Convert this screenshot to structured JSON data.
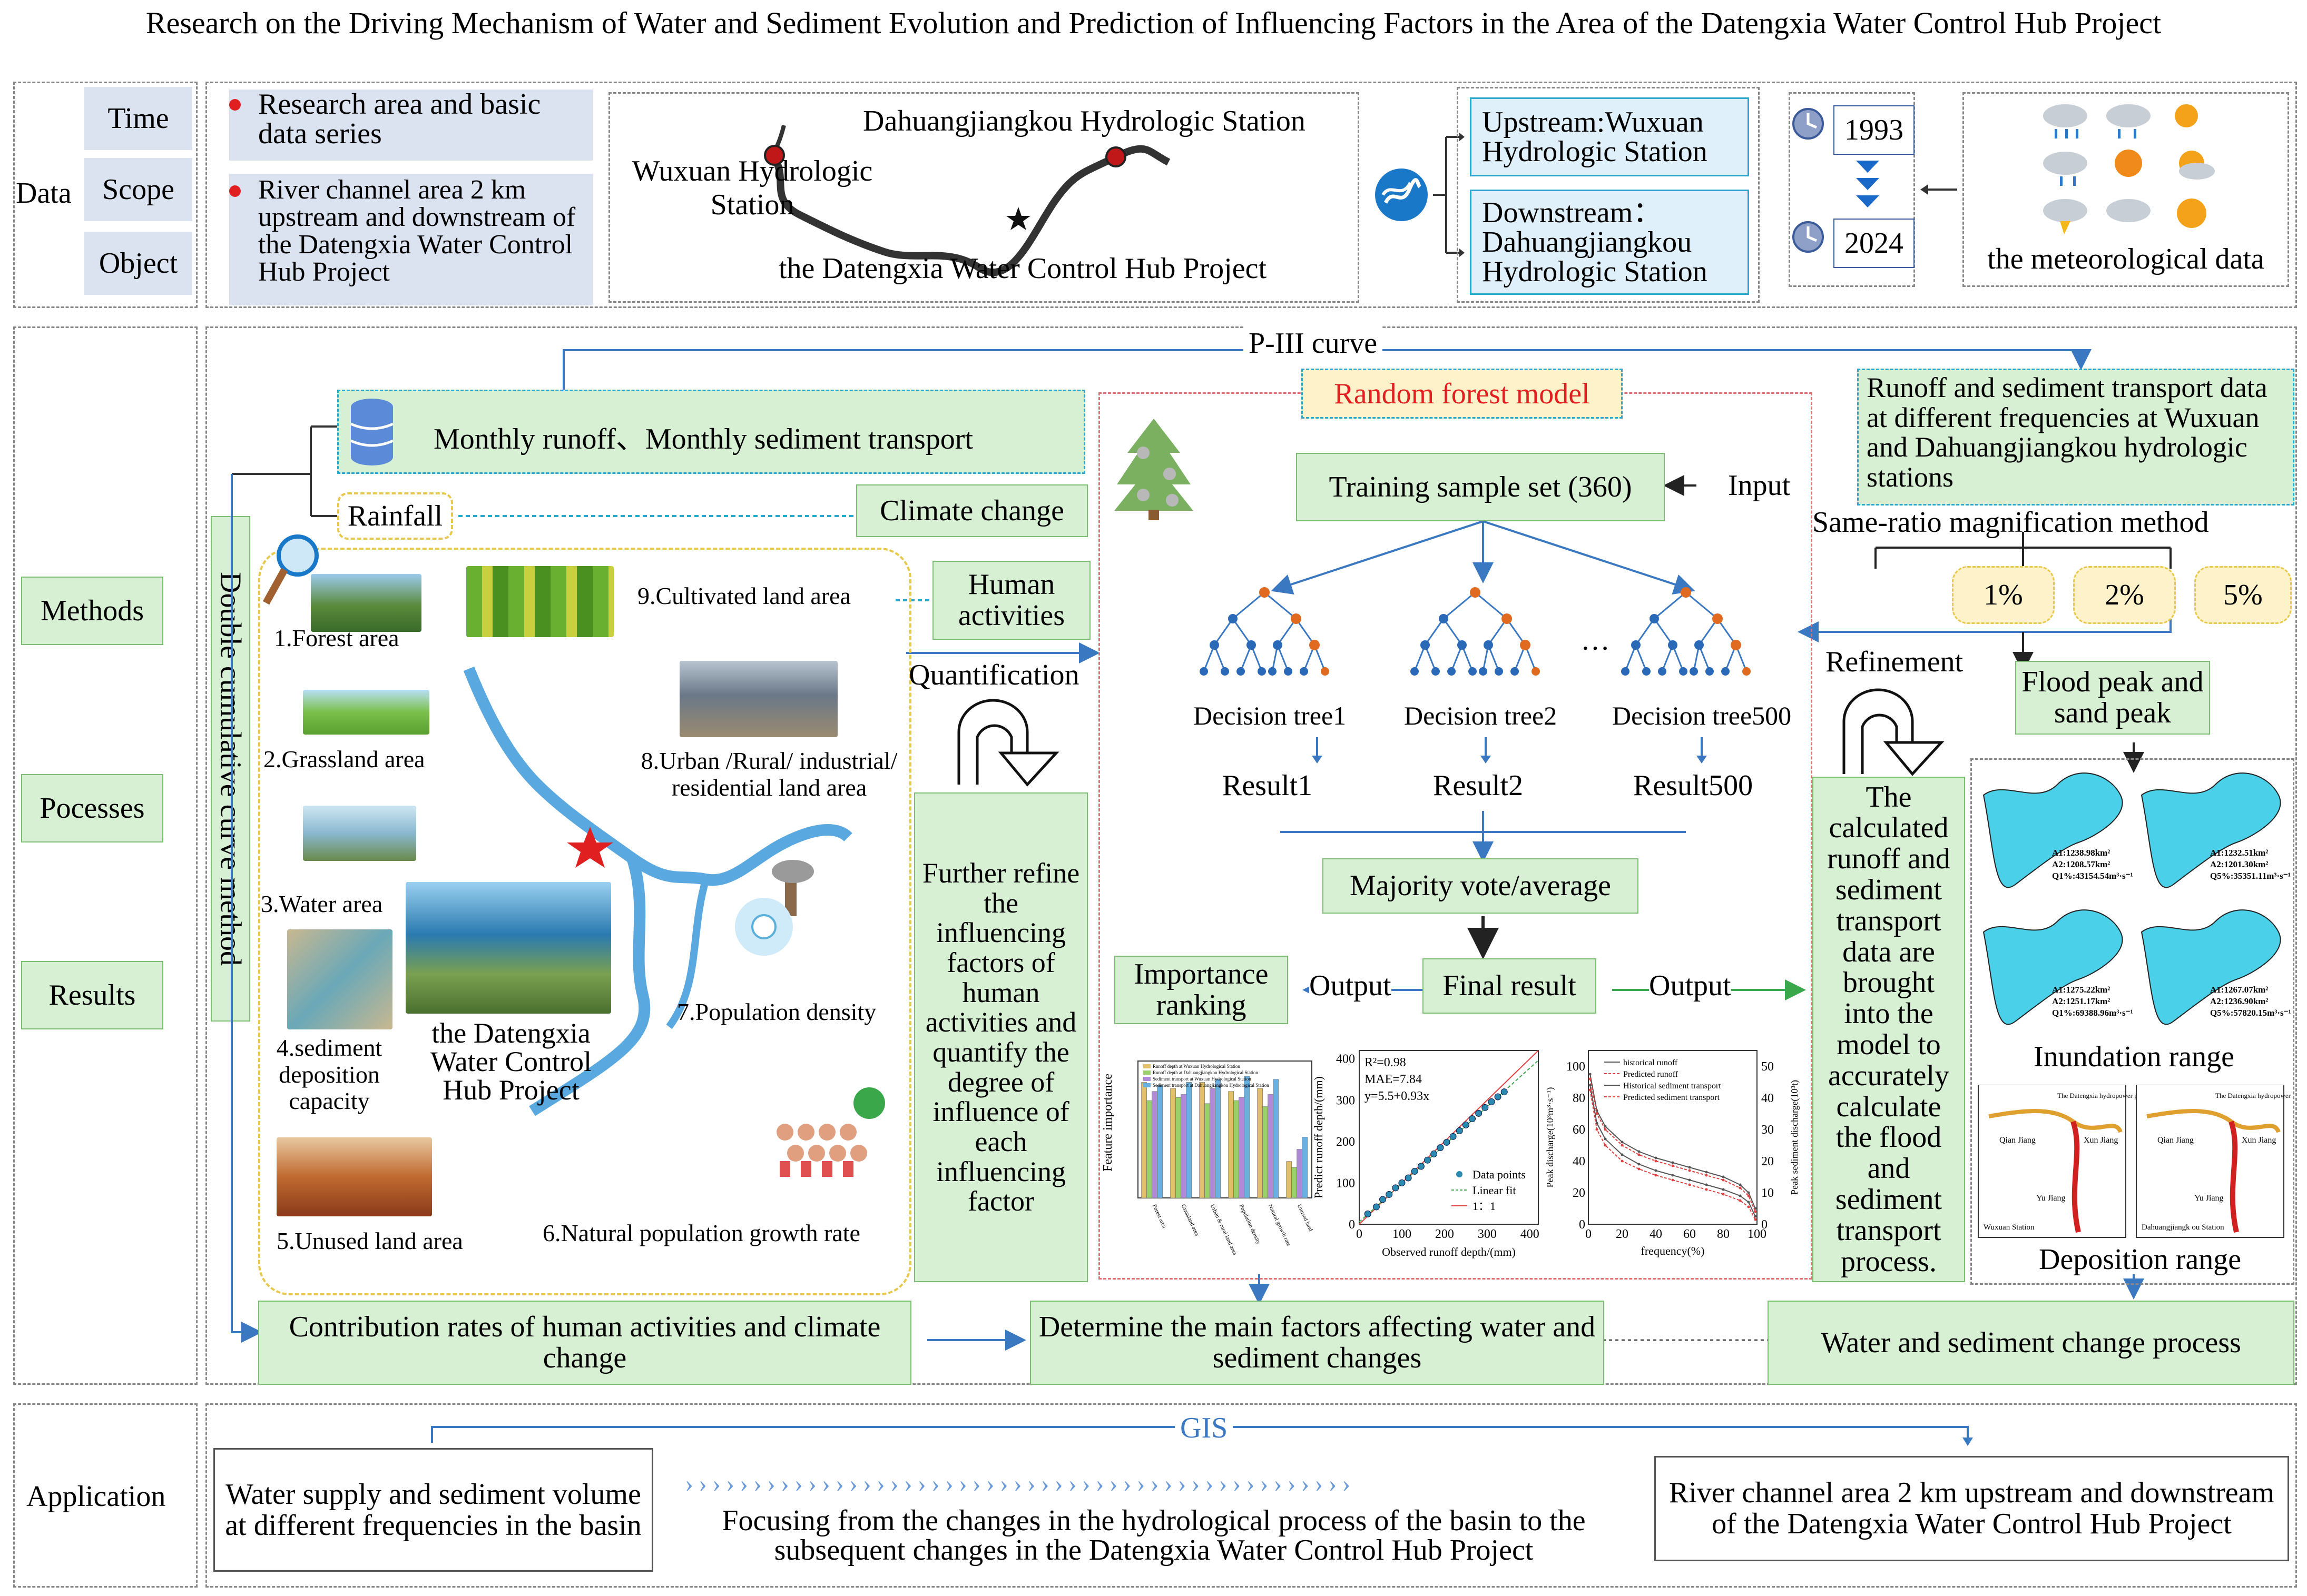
{
  "title": "Research on the Driving Mechanism of Water and Sediment Evolution and Prediction of Influencing Factors in the Area of the Datengxia Water Control Hub Project",
  "data_row": {
    "label": "Data",
    "tags": [
      "Time",
      "Scope",
      "Object"
    ],
    "bullet1": "Research area and basic data series",
    "bullet2": "River channel area 2 km upstream and downstream of the Datengxia Water Control Hub Project",
    "map_dahuang": "Dahuangjiangkou Hydrologic Station",
    "map_wuxuan": "Wuxuan Hydrologic Station",
    "map_datengxia": "the Datengxia Water Control Hub Project",
    "upstream": "Upstream:Wuxuan Hydrologic Station",
    "downstream": "Downstream：Dahuangjiangkou Hydrologic Station",
    "year_start": "1993",
    "year_end": "2024",
    "meteo": "the meteorological data"
  },
  "left_labels": [
    "Methods",
    "Pocesses",
    "Results"
  ],
  "application_label": "Application",
  "methods": {
    "double_curve": "Double cumulative curve method",
    "monthly": "Monthly runoff、Monthly sediment transport",
    "rainfall": "Rainfall",
    "climate": "Climate change",
    "human": "Human activities",
    "quantification": "Quantification",
    "further": "Further refine the influencing factors of human activities and quantify the degree of influence of each influencing factor",
    "factors": [
      "1.Forest area",
      "2.Grassland area",
      "3.Water area",
      "4.sediment deposition capacity",
      "5.Unused land area",
      "6.Natural population growth rate",
      "7.Population density",
      "8.Urban /Rural/ industrial/ residential land area",
      "9.Cultivated land area"
    ],
    "hub_label": "the Datengxia Water Control Hub Project",
    "p3": "P-III curve",
    "rf_title": "Random forest model",
    "training": "Training sample set (360)",
    "input": "Input",
    "trees": [
      "Decision tree1",
      "Decision tree2",
      "Decision tree500"
    ],
    "tree_dots": "···",
    "results": [
      "Result1",
      "Result2",
      "Result500"
    ],
    "majority": "Majority vote/average",
    "final": "Final result",
    "output": "Output",
    "importance": "Importance ranking",
    "runoff_freq": "Runoff and sediment transport data at different frequencies at Wuxuan and Dahuangjiangkou hydrologic stations",
    "same_ratio": "Same-ratio magnification method",
    "freqs": [
      "1%",
      "2%",
      "5%"
    ],
    "refinement": "Refinement",
    "flood_peak": "Flood peak and sand peak",
    "calculated": "The calculated runoff and sediment transport data are brought into the model to accurately calculate the flood and sediment transport process.",
    "inundation": "Inundation range",
    "deposition": "Deposition range",
    "inund_maps": [
      [
        "A1:1238.98km²",
        "A2:1208.57km²",
        "Q1%:43154.54m³·s⁻¹"
      ],
      [
        "A1:1232.51km²",
        "A2:1201.30km²",
        "Q5%:35351.11m³·s⁻¹"
      ],
      [
        "A1:1275.22km²",
        "A2:1251.17km²",
        "Q1%:69388.96m³·s⁻¹"
      ],
      [
        "A1:1267.07km²",
        "A2:1236.90km²",
        "Q5%:57820.15m³·s⁻¹"
      ]
    ],
    "depo_maps": [
      {
        "top": "The Datengxia hydropower project",
        "mid": "Xun Jiang",
        "left": "Qian Jiang",
        "low": "Yu Jiang",
        "station": "Wuxuan Station"
      },
      {
        "top": "The Datengxia hydropower project",
        "mid": "Xun Jiang",
        "left": "Qian Jiang",
        "low": "Yu Jiang",
        "station": "Dahuangjiangk ou Station"
      }
    ]
  },
  "results_row": {
    "contribution": "Contribution rates of human activities and climate change",
    "main_factors": "Determine the main factors affecting water and sediment changes",
    "process": "Water and sediment change process"
  },
  "application": {
    "gis": "GIS",
    "left_box": "Water supply and sediment volume at different frequencies in the basin",
    "right_box": "River channel area 2 km upstream and downstream of the Datengxia Water Control Hub Project",
    "focus": "Focusing from the changes in the hydrological process of the basin to the subsequent changes in the Datengxia Water Control Hub Project"
  },
  "chart_data": [
    {
      "type": "bar",
      "ylabel": "Feature importance",
      "categories": [
        "Forest area",
        "Grassland area",
        "Urban & rural land area",
        "Population density",
        "Natural growth rate",
        "Unused land"
      ],
      "series": [
        {
          "name": "Runoff depth at Wuxuan Hydrological Station",
          "values": [
            0.38,
            0.36,
            0.38,
            0.35,
            0.36,
            0.12
          ]
        },
        {
          "name": "Runoff depth at Dahuangjiangkou Hydrological Station",
          "values": [
            0.32,
            0.33,
            0.31,
            0.32,
            0.3,
            0.1
          ]
        },
        {
          "name": "Sediment transport at Wuxuan Hydrological Station",
          "values": [
            0.35,
            0.34,
            0.36,
            0.33,
            0.34,
            0.16
          ]
        },
        {
          "name": "Sediment transport at Dahuangjiangkou Hydrological Station",
          "values": [
            0.37,
            0.38,
            0.39,
            0.4,
            0.39,
            0.2
          ]
        }
      ],
      "ylim": [
        0,
        0.45
      ]
    },
    {
      "type": "scatter",
      "xlabel": "Observed runoff depth/(mm)",
      "ylabel": "Predict runoff depth/(mm)",
      "annotations": [
        "R²=0.98",
        "MAE=7.84",
        "y=5.5+0.93x"
      ],
      "legend": [
        "Data points",
        "Linear fit",
        "1：1"
      ],
      "xticks": [
        0,
        100,
        200,
        300,
        400
      ],
      "yticks": [
        0,
        100,
        200,
        300,
        400
      ],
      "xlim": [
        0,
        420
      ],
      "ylim": [
        0,
        420
      ],
      "points": [
        [
          20,
          25
        ],
        [
          40,
          42
        ],
        [
          55,
          60
        ],
        [
          70,
          72
        ],
        [
          85,
          88
        ],
        [
          100,
          100
        ],
        [
          115,
          112
        ],
        [
          130,
          128
        ],
        [
          145,
          140
        ],
        [
          160,
          155
        ],
        [
          175,
          170
        ],
        [
          190,
          185
        ],
        [
          205,
          198
        ],
        [
          220,
          212
        ],
        [
          235,
          226
        ],
        [
          250,
          240
        ],
        [
          265,
          255
        ],
        [
          280,
          268
        ],
        [
          295,
          282
        ],
        [
          310,
          296
        ],
        [
          325,
          308
        ],
        [
          340,
          320
        ]
      ]
    },
    {
      "type": "line",
      "xlabel": "frequency(%)",
      "ylabel": "Peak discharge(10³m³·s⁻¹)",
      "y2label": "Peak sediment discharge(10³t)",
      "xticks": [
        0,
        20,
        40,
        60,
        80,
        100
      ],
      "yticks": [
        0,
        20,
        40,
        60,
        80,
        100
      ],
      "y2ticks": [
        0,
        10,
        20,
        30,
        40,
        50
      ],
      "xlim": [
        0,
        100
      ],
      "ylim": [
        0,
        110
      ],
      "legend": [
        "historical runoff",
        "Predicted runoff",
        "Historical sediment transport",
        "Predicted sediment transport"
      ],
      "x": [
        1,
        5,
        10,
        20,
        30,
        40,
        50,
        60,
        70,
        80,
        90,
        95,
        99
      ],
      "series": [
        {
          "name": "historical runoff",
          "values": [
            95,
            72,
            62,
            52,
            46,
            42,
            39,
            36,
            33,
            30,
            25,
            20,
            10
          ]
        },
        {
          "name": "Predicted runoff",
          "values": [
            92,
            70,
            60,
            50,
            44,
            40,
            37,
            34,
            31,
            28,
            23,
            18,
            8
          ]
        },
        {
          "name": "Historical sediment transport",
          "values": [
            88,
            64,
            54,
            44,
            38,
            34,
            31,
            28,
            25,
            22,
            18,
            14,
            5
          ]
        },
        {
          "name": "Predicted sediment transport",
          "values": [
            85,
            60,
            50,
            40,
            35,
            31,
            28,
            25,
            22,
            19,
            15,
            11,
            3
          ]
        }
      ]
    }
  ],
  "colors": {
    "green_box": "#d7f0d3",
    "blue_tag": "#dbe3f1",
    "arrow_blue": "#3a78c2",
    "arrow_green": "#3aa84a",
    "rf_red": "#e02020",
    "river": "#5aa8e0"
  }
}
